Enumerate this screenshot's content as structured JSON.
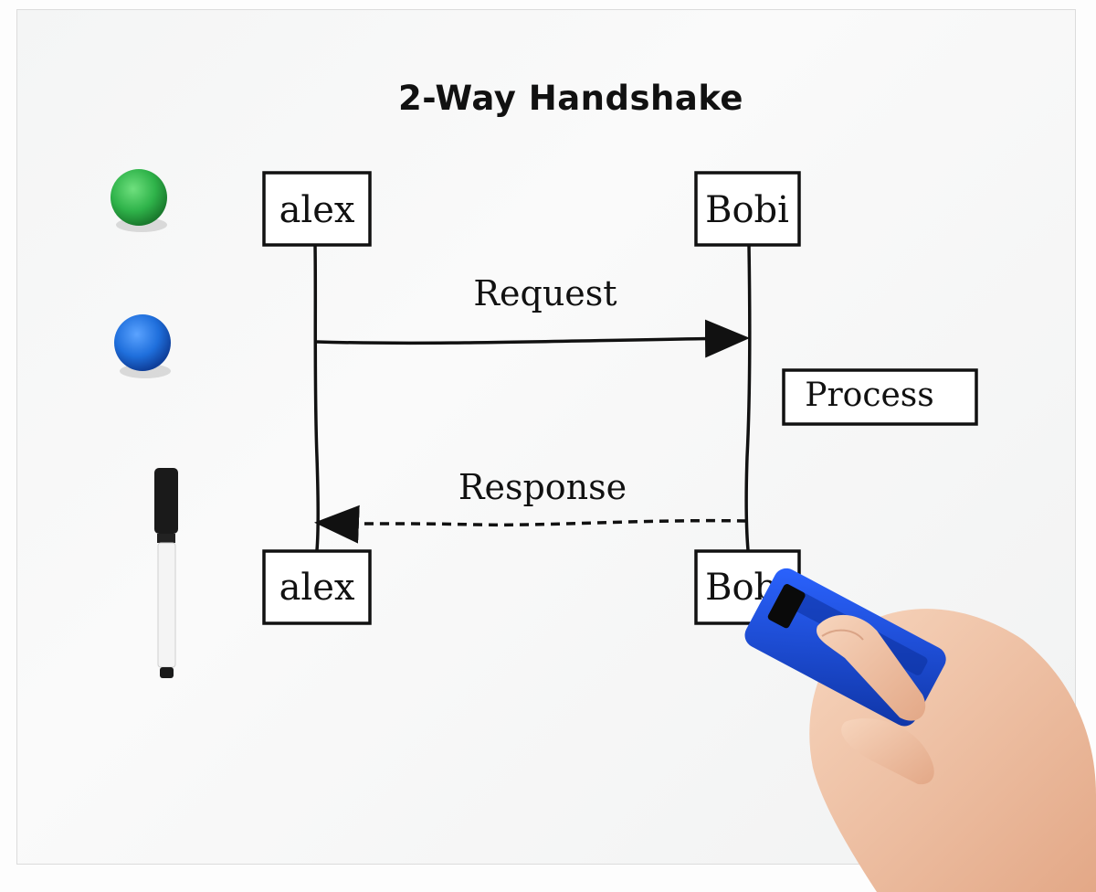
{
  "title": "2-Way Handshake",
  "diagram": {
    "participants": [
      {
        "name": "alex"
      },
      {
        "name": "Bobi"
      }
    ],
    "footer_participants": [
      {
        "name": "alex"
      },
      {
        "name": "Bobi"
      }
    ],
    "messages": [
      {
        "label": "Request",
        "from": "alex",
        "to": "Bobi",
        "style": "solid"
      },
      {
        "label": "Response",
        "from": "Bobi",
        "to": "alex",
        "style": "dashed"
      }
    ],
    "notes": [
      {
        "label": "Process",
        "attached_to": "Bobi"
      }
    ]
  },
  "colors": {
    "board": "#f6f7f7",
    "ink": "#111111",
    "magnet_green": "#2fb34a",
    "magnet_blue": "#1f6fdc",
    "eraser_blue": "#1646c8",
    "skin": "#f2c6a6"
  },
  "objects": {
    "magnets": [
      "green",
      "blue"
    ],
    "marker": "black",
    "eraser": "blue",
    "hand": "holding-eraser"
  }
}
